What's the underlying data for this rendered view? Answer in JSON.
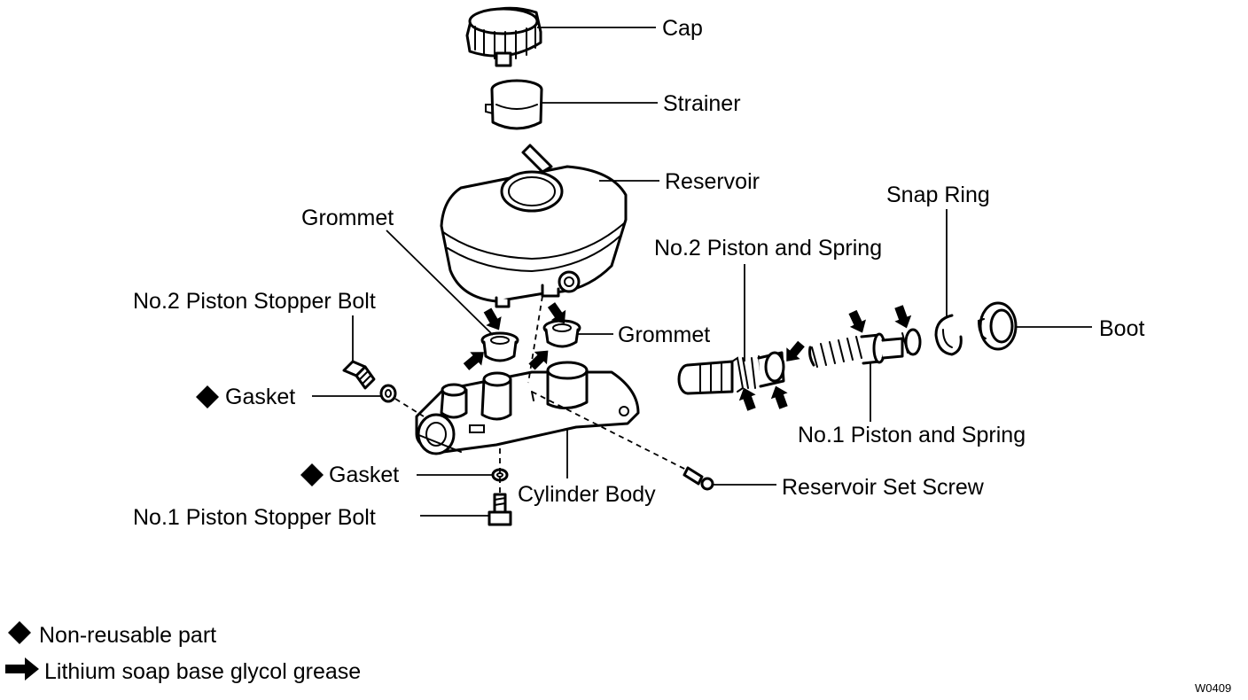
{
  "labels": {
    "cap": "Cap",
    "strainer": "Strainer",
    "reservoir": "Reservoir",
    "grommet_left": "Grommet",
    "grommet_right": "Grommet",
    "no2_piston_stopper_bolt": "No.2 Piston Stopper Bolt",
    "gasket_upper": "Gasket",
    "gasket_lower": "Gasket",
    "no1_piston_stopper_bolt": "No.1 Piston Stopper Bolt",
    "cylinder_body": "Cylinder Body",
    "reservoir_set_screw": "Reservoir Set Screw",
    "snap_ring": "Snap Ring",
    "no2_piston_and_spring": "No.2 Piston and Spring",
    "no1_piston_and_spring": "No.1 Piston and Spring",
    "boot": "Boot"
  },
  "legend": {
    "non_reusable": {
      "symbol": "diamond",
      "text": "Non-reusable part"
    },
    "grease": {
      "symbol": "arrow",
      "text": "Lithium soap base glycol grease"
    }
  },
  "figure_id": "W0409",
  "colors": {
    "ink": "#000000",
    "paper": "#ffffff"
  }
}
